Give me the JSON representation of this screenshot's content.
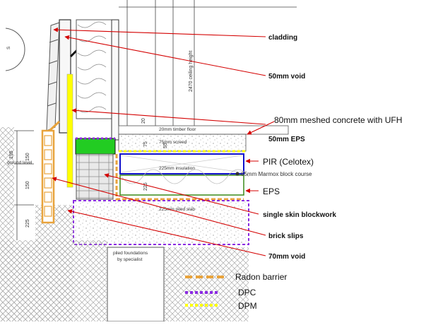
{
  "callouts": {
    "cladding": "cladding",
    "void_50": "50mm void",
    "concrete": "80mm meshed concrete with UFH",
    "eps_50": "50mm EPS",
    "pir": "PIR (Celotex)",
    "marmox": "65mm Marmox block course",
    "eps": "EPS",
    "blockwork": "single skin blockwork",
    "brick_slips": "brick slips",
    "void_70": "70mm void"
  },
  "drawing_text": {
    "ceiling_height": "2470 ceiling height",
    "timber_floor": "20mm timber floor",
    "screed": "75mm screed",
    "insulation": "225mm insulation",
    "piled_slab": "225mm piled slab",
    "piled_foundations_1": "piled foundations",
    "piled_foundations_2": "by specialist",
    "ground_level": "ground level",
    "dim_195": "195",
    "dim_150a": "150",
    "dim_150b": "150",
    "dim_225_left": "225",
    "dim_225_right": "225",
    "dim_20": "20",
    "dim_75": "75",
    "dim_55": "55"
  },
  "legend": [
    {
      "label": "Radon barrier",
      "color": "#e8a33c",
      "style": "dash"
    },
    {
      "label": "DPC",
      "color": "#8b2be2",
      "style": "dot"
    },
    {
      "label": "DPM",
      "color": "#ffff00",
      "style": "dot"
    }
  ],
  "colors": {
    "arrow": "#d40000",
    "cladding_board": "#ffff00",
    "marmox": "#22cc22",
    "pir_outline": "#1010cc",
    "eps_outline": "#3a8a1a",
    "brick_slip": "#e8a33c"
  }
}
